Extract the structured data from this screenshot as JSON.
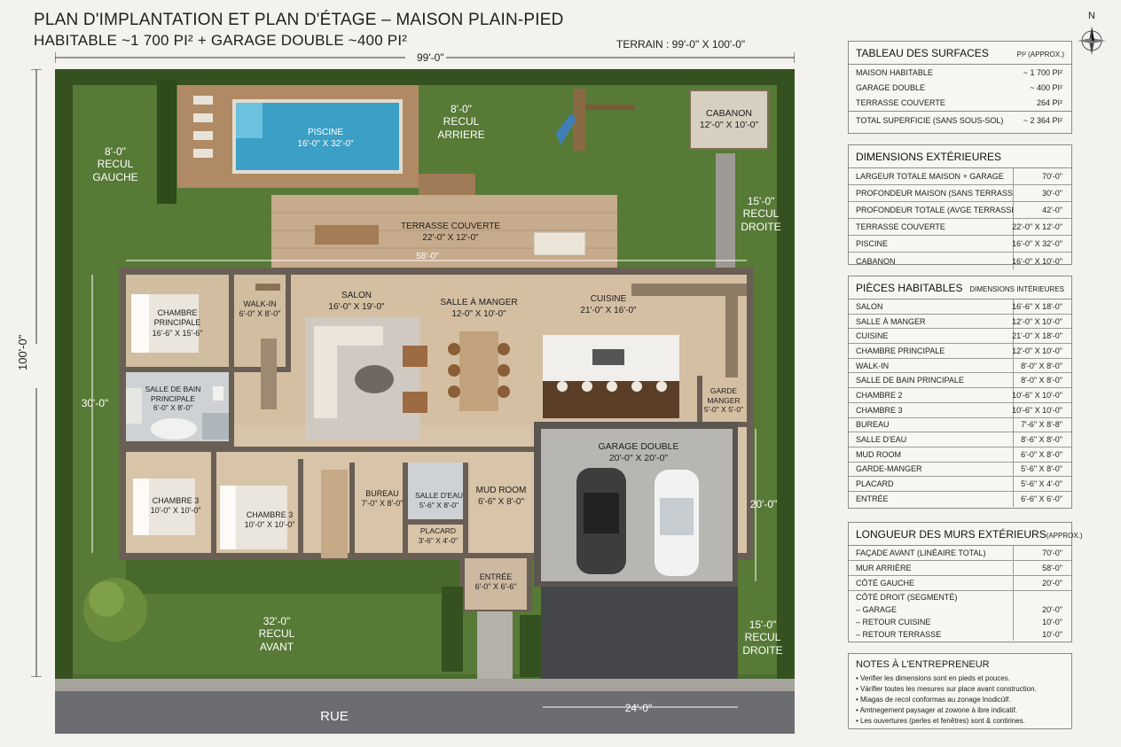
{
  "header": {
    "title_line1": "PLAN D'IMPLANTATION ET PLAN D'ÉTAGE – MAISON PLAIN-PIED",
    "title_line2": "HABITABLE ~1 700 PI² + GARAGE DOUBLE ~400 PI²",
    "terrain": "TERRAIN : 99'-0\" X 100'-0\"",
    "north": "N"
  },
  "dimensions": {
    "lot_width": "99'-0\"",
    "lot_depth": "100'-0\"",
    "house_width": "58'-0\"",
    "house_depth": "30'-0\"",
    "garage_right": "20'-0\"",
    "driveway_width": "24'-0\""
  },
  "setbacks": {
    "rear": [
      "8'-0\"",
      "RECUL",
      "ARRIERE"
    ],
    "left": [
      "8'-0\"",
      "RECUL",
      "GAUCHE"
    ],
    "right_top": [
      "15'-0\"",
      "RECUL",
      "DROITE"
    ],
    "front": [
      "32'-0\"",
      "RECUL",
      "AVANT"
    ],
    "right_bottom": [
      "15'-0\"",
      "RECUL",
      "DROITE"
    ]
  },
  "plan_labels": {
    "pool": [
      "PISCINE",
      "16'-0\" X 32'-0\""
    ],
    "shed": [
      "CABANON",
      "12'-0\" X 10'-0\""
    ],
    "terrace": [
      "TERRASSE COUVERTE",
      "22'-0\" X 12'-0\""
    ],
    "salon": [
      "SALON",
      "16'-0\" X 19'-0\""
    ],
    "dining": [
      "SALLE À MANGER",
      "12-0\" X 10'-0\""
    ],
    "kitchen": [
      "CUISINE",
      "21'-0\" X 16'-0\""
    ],
    "master": [
      "CHAMBRE",
      "PRINCIPALE",
      "16'-6\" X 15'-6\""
    ],
    "walkin": [
      "WALK-IN",
      "6'-0\" X 8'-0\""
    ],
    "master_bath": [
      "SALLE DE BAIN",
      "PRINCIPALE",
      "6'-0\" X 8'-0\""
    ],
    "pantry": [
      "GARDE",
      "MANGER",
      "5'-0\" X 5'-0\""
    ],
    "garage": [
      "GARAGE DOUBLE",
      "20'-0\" X 20'-0\""
    ],
    "bedroom3a": [
      "CHAMBRE 3",
      "10'-0\" X 10'-0\""
    ],
    "bedroom3b": [
      "CHAMBRE 3",
      "10'-0\" X 10'-0\""
    ],
    "bureau": [
      "BUREAU",
      "7'-0\" X 8'-0\""
    ],
    "salle_eau": [
      "SALLE D'EAU",
      "5'-6\" X 8'-0\""
    ],
    "placard": [
      "PLACARD",
      "3'-6\" X 4'-0\""
    ],
    "mudroom": [
      "MUD ROOM",
      "6'-6\" X 8'-0\""
    ],
    "entree": [
      "ENTRÉE",
      "6'-0\" X 6'-6\""
    ],
    "street": "RUE"
  },
  "table_surfaces": {
    "title": "TABLEAU DES SURFACES",
    "unit": "PI² (APPROX.)",
    "rows": [
      {
        "label": "MAISON HABITABLE",
        "value": "~ 1 700 PI²"
      },
      {
        "label": "GARAGE DOUBLE",
        "value": "~ 400 PI²"
      },
      {
        "label": "TERRASSE COUVERTE",
        "value": "264 PI²"
      }
    ],
    "total_label": "TOTAL SUPERFICIE (SANS SOUS-SOL)",
    "total_value": "~ 2 364 PI²"
  },
  "table_ext": {
    "title": "DIMENSIONS EXTÉRIEURES",
    "rows": [
      {
        "label": "LARGEUR TOTALE MAISON + GARAGE",
        "value": "70'-0\""
      },
      {
        "label": "PROFONDEUR MAISON (SANS TERRASSS)",
        "value": "30'-0\""
      },
      {
        "label": "PROFONDEUR TOTALE (AVGE TERRASSE)",
        "value": "42'-0\""
      },
      {
        "label": "TERRASSE COUVERTE",
        "value": "22'-0\" X 12'-0\""
      },
      {
        "label": "PISCINE",
        "value": "16'-0\" X 32'-0\""
      },
      {
        "label": "CABANON",
        "value": "16'-0\" X 10'-0\""
      }
    ]
  },
  "table_rooms": {
    "title": "PIÈCES HABITABLES",
    "unit": "DIMENSIONS INTÉRIEURES",
    "rows": [
      {
        "label": "SALON",
        "value": "16'-6\" X 18'-0\""
      },
      {
        "label": "SALLE À MANGER",
        "value": "12'-0\" X 10'-0\""
      },
      {
        "label": "CUISINE",
        "value": "21'-0\" X 18'-0\""
      },
      {
        "label": "CHAMBRE PRINCIPALE",
        "value": "12'-0\" X 10'-0\""
      },
      {
        "label": "WALK-IN",
        "value": "8'-0\" X 8'-0\""
      },
      {
        "label": "SALLE DE BAIN PRINCIPALE",
        "value": "8'-0\" X 8'-0\""
      },
      {
        "label": "CHAMBRE 2",
        "value": "10'-6\" X 10'-0\""
      },
      {
        "label": "CHAMBRE 3",
        "value": "10'-6\" X 10'-0\""
      },
      {
        "label": "BUREAU",
        "value": "7'-6\" X 8'-8\""
      },
      {
        "label": "SALLE D'EAU",
        "value": "8'-6\" X 8'-0\""
      },
      {
        "label": "MUD ROOM",
        "value": "6'-0\" X 8'-0\""
      },
      {
        "label": "GARDE-MANGER",
        "value": "5'-6\" X 8'-0\""
      },
      {
        "label": "PLACARD",
        "value": "5'-6\" X 4'-0\""
      },
      {
        "label": "ENTRÉE",
        "value": "6'-6\" X 6'-0\""
      }
    ]
  },
  "table_walls": {
    "title": "LONGUEUR DES MURS EXTÉRIEURS",
    "unit": "(APPROX.)",
    "rows": [
      {
        "label": "FAÇADE AVANT (LINÉAIRE TOTAL)",
        "value": "70'-0\"",
        "b": true
      },
      {
        "label": "MUR ARRIÈRE",
        "value": "58'-0\"",
        "b": true
      },
      {
        "label": "CÔTÉ GAUCHE",
        "value": "20'-0\"",
        "b": true
      },
      {
        "label": "CÔTÉ DROIT (SEGMENTÉ)",
        "value": "",
        "b": false
      },
      {
        "label": "– GARAGE",
        "value": "20'-0\"",
        "b": false
      },
      {
        "label": "– RETOUR CUISINE",
        "value": "10'-0\"",
        "b": false
      },
      {
        "label": "– RETOUR TERRASSE",
        "value": "10'-0\"",
        "b": false
      }
    ]
  },
  "notes": {
    "title": "NOTES À L'ENTREPRENEUR",
    "items": [
      "Verifier les dimensions sont en pieds et pouces.",
      "Várifier toutes les mesures sur place avant construction.",
      "Miagas de recol conformas au zonage lnodicülf.",
      "Amtnegement paysager at zowone à ibre indicatif.",
      "Les ouvertures (perles et fenêtres) sont & contirines."
    ]
  }
}
